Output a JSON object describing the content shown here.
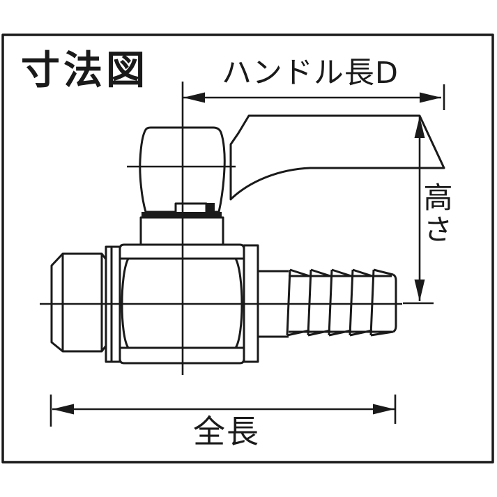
{
  "title": "寸法図",
  "labels": {
    "handle_length": "ハンドル長D",
    "height": "高さ",
    "total_length": "全長"
  },
  "colors": {
    "line": "#1a1a1a",
    "background": "#ffffff"
  }
}
